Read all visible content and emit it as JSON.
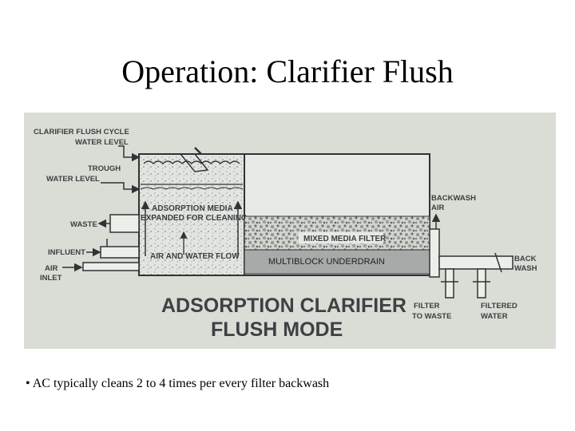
{
  "title": "Operation: Clarifier Flush",
  "diagram": {
    "labels": {
      "clarifier_flush_line1": "CLARIFIER FLUSH CYCLE",
      "clarifier_flush_line2": "WATER LEVEL",
      "trough_line1": "TROUGH",
      "trough_line2": "WATER LEVEL",
      "waste": "WASTE",
      "influent": "INFLUENT",
      "air_inlet_line1": "AIR",
      "air_inlet_line2": "INLET",
      "adsorption_media_line1": "ADSORPTION MEDIA",
      "adsorption_media_line2": "EXPANDED FOR CLEANING",
      "air_water_flow": "AIR AND WATER FLOW",
      "mixed_media_filter": "MIXED MEDIA FILTER",
      "multiblock_underdrain": "MULTIBLOCK UNDERDRAIN",
      "backwash_air_line1": "BACKWASH",
      "backwash_air_line2": "AIR",
      "back_wash_line1": "BACK",
      "back_wash_line2": "WASH",
      "filter_to_waste_line1": "FILTER",
      "filter_to_waste_line2": "TO WASTE",
      "filtered_water_line1": "FILTERED",
      "filtered_water_line2": "WATER",
      "caption_line1": "ADSORPTION CLARIFIER",
      "caption_line2": "FLUSH MODE"
    },
    "colors": {
      "background": "#d9ddd5",
      "underdrain": "#a7aaa9",
      "line": "#2f3336"
    }
  },
  "bullets": [
    "• AC typically cleans 2 to 4 times per every filter backwash"
  ]
}
